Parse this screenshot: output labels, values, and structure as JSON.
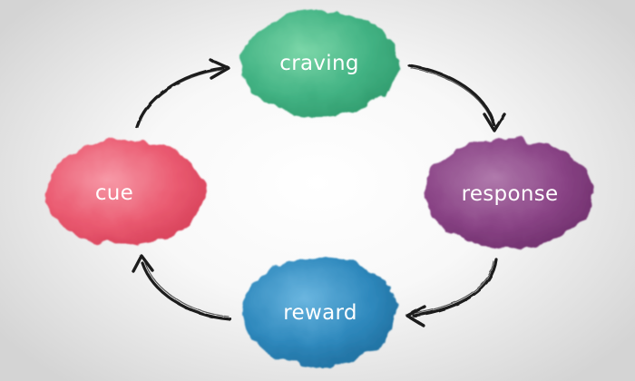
{
  "nodes": [
    {
      "id": "craving",
      "label": "craving",
      "color": "#3fb07f",
      "color_light": "#6fcfa0"
    },
    {
      "id": "response",
      "label": "response",
      "color": "#8a3f86",
      "color_light": "#a868a3"
    },
    {
      "id": "reward",
      "label": "reward",
      "color": "#2b86b9",
      "color_light": "#5aaad5"
    },
    {
      "id": "cue",
      "label": "cue",
      "color": "#e9536b",
      "color_light": "#f48a9a"
    }
  ],
  "cycle_order": [
    "cue",
    "craving",
    "response",
    "reward"
  ],
  "arrow_color": "#1c1c1c"
}
